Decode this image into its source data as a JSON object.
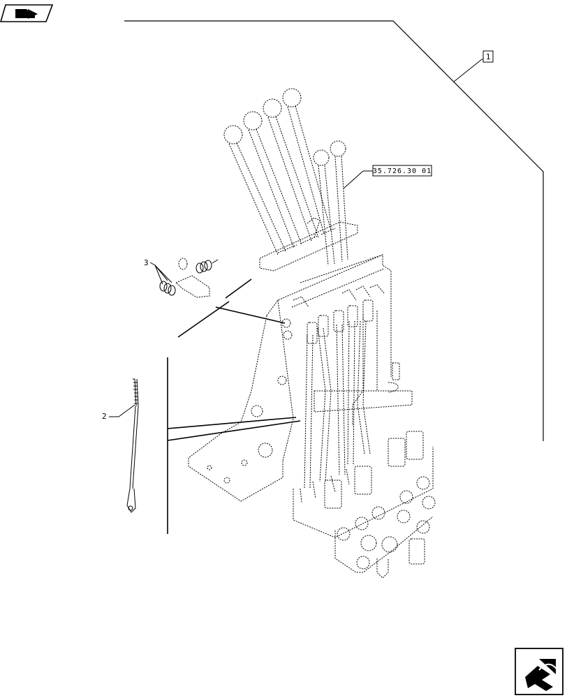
{
  "diagram": {
    "callouts": {
      "item_1": "1",
      "item_2": "2",
      "item_3": "3",
      "reference": "35.726.30 01"
    },
    "icons": {
      "top_left": "book-flag-icon",
      "bottom_right": "next-page-arrow-icon"
    }
  }
}
